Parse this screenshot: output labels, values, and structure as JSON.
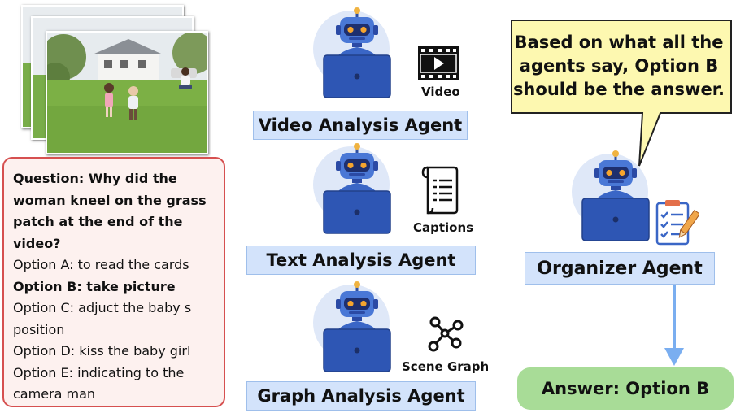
{
  "question": {
    "title_lines": [
      "Question: Why did the",
      "woman kneel on the grass",
      "patch at the end of the",
      "video?"
    ],
    "options": [
      {
        "lines": [
          "Option A: to read the cards"
        ],
        "bold": false
      },
      {
        "lines": [
          "Option B: take picture"
        ],
        "bold": true
      },
      {
        "lines": [
          "Option C: adjuct the baby s",
          "position"
        ],
        "bold": false
      },
      {
        "lines": [
          "Option D: kiss the baby girl"
        ],
        "bold": false
      },
      {
        "lines": [
          "Option E: indicating to the",
          "camera man"
        ],
        "bold": false
      }
    ]
  },
  "agents": {
    "video": {
      "label": "Video Analysis Agent",
      "modality": "Video",
      "modality_icon": "video-film-icon"
    },
    "text": {
      "label": "Text Analysis Agent",
      "modality": "Captions",
      "modality_icon": "scroll-document-icon"
    },
    "graph": {
      "label": "Graph Analysis Agent",
      "modality": "Scene Graph",
      "modality_icon": "graph-nodes-icon"
    },
    "organizer": {
      "label": "Organizer Agent",
      "icon": "clipboard-checklist-icon"
    }
  },
  "bubble": {
    "lines": [
      "Based on what all the",
      "agents say, Option B",
      "should be the answer."
    ]
  },
  "answer": {
    "label": "Answer: Option B"
  },
  "colors": {
    "agent_label_bg": "#d3e3fb",
    "agent_label_border": "#9fbfeb",
    "question_border": "#d65050",
    "question_bg": "#fdf1ef",
    "bubble_bg": "#fdf8b0",
    "answer_bg": "#a8dc97",
    "arrow": "#7aaef0",
    "robot_body": "#3a66c6"
  }
}
